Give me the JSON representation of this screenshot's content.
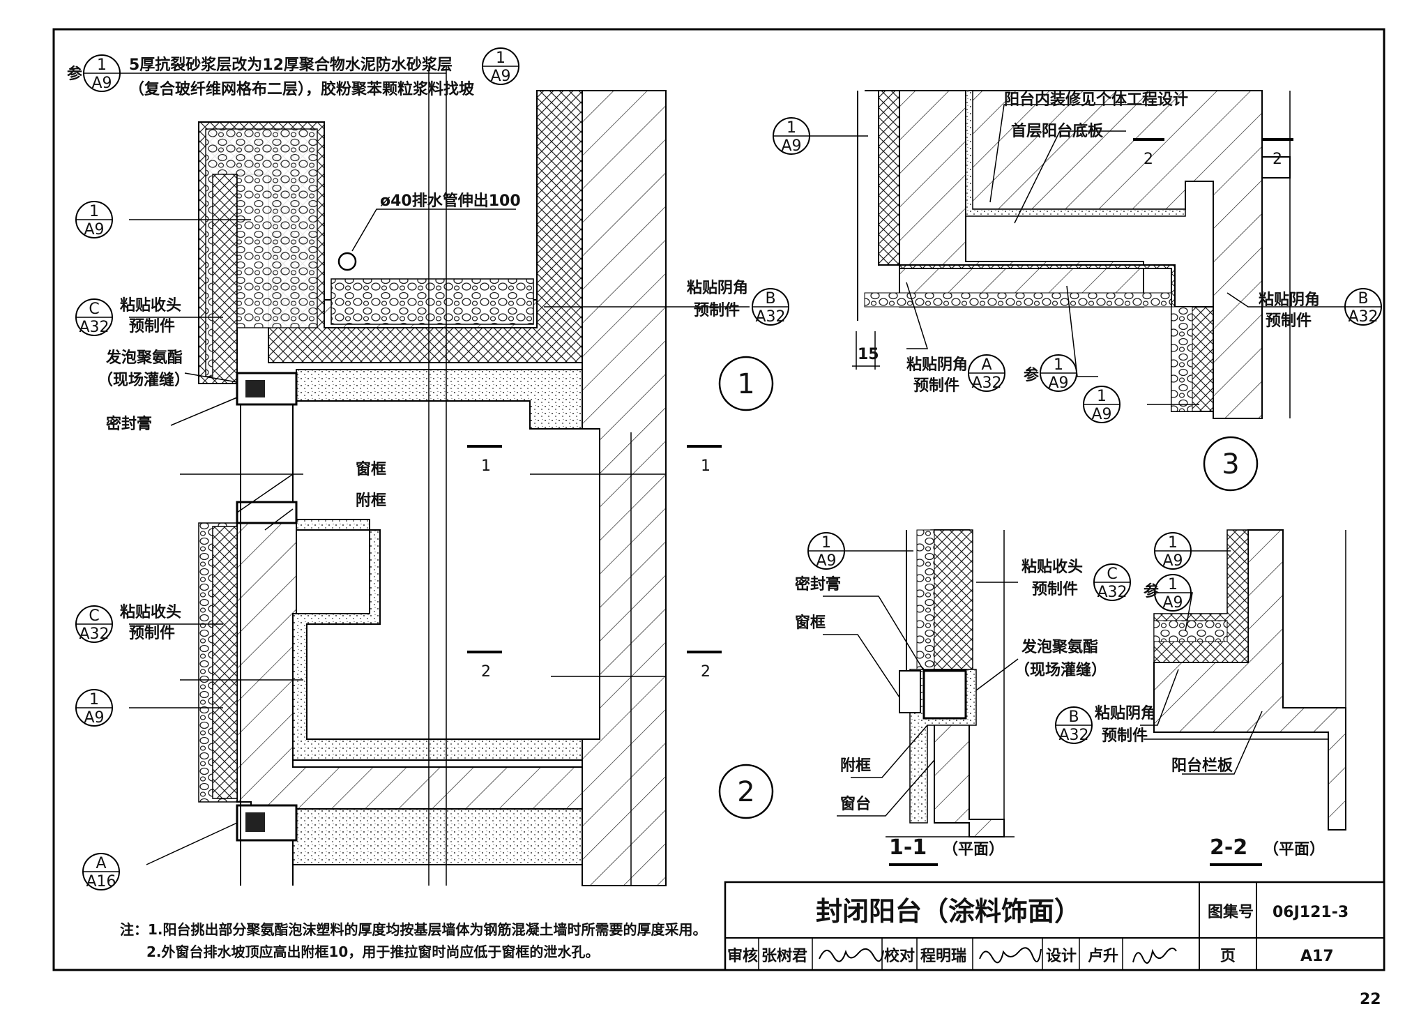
{
  "top_note": {
    "prefix": "参",
    "line1": "5厚抗裂砂浆层改为12厚聚合物水泥防水砂浆层",
    "line2": "（复合玻纤维网格布二层），胶粉聚苯颗粒浆料找坡"
  },
  "detail_numbers": {
    "d1": "1",
    "d2": "2",
    "d3": "3"
  },
  "refs": {
    "a9_top": "1",
    "a9_bottom": "A9",
    "c_top": "C",
    "c_bottom": "A32",
    "b_top": "B",
    "b_bottom": "A32",
    "a_top": "A",
    "a_bottom": "A32",
    "a16_top": "A",
    "a16_bottom": "A16"
  },
  "labels": {
    "drain_pipe": "ø40排水管伸出100",
    "paste_cap_1": "粘贴收头",
    "paste_cap_2": "预制件",
    "foam_1": "发泡聚氨酯",
    "foam_2": "（现场灌缝）",
    "sealant": "密封膏",
    "window_frame": "窗框",
    "sub_frame": "附框",
    "paste_corner_1": "粘贴阴角",
    "paste_corner_2": "预制件",
    "inner_finish": "阳台内装修见个体工程设计",
    "ground_slab": "首层阳台底板",
    "window_sill": "窗台",
    "balcony_board": "阳台栏板",
    "dim_15": "15",
    "ref_prefix": "参"
  },
  "sections": {
    "s1": "1",
    "s2": "2",
    "sec11_num": "1-1",
    "sec11_tag": "（平面）",
    "sec22_num": "2-2",
    "sec22_tag": "（平面）"
  },
  "notes": {
    "line1": "注：1.阳台挑出部分聚氨酯泡沫塑料的厚度均按基层墙体为钢筋混凝土墙时所需要的厚度采用。",
    "line2": "2.外窗台排水坡顶应高出附框10，用于推拉窗时尚应低于窗框的泄水孔。"
  },
  "title_block": {
    "title": "封闭阳台（涂料饰面）",
    "atlas_label": "图集号",
    "atlas_no": "06J121-3",
    "page_label": "页",
    "page_no": "A17",
    "review_label": "审核",
    "reviewer": "张树君",
    "check_label": "校对",
    "checker": "程明瑞",
    "design_label": "设计",
    "designer": "卢升"
  },
  "page_number": "22"
}
